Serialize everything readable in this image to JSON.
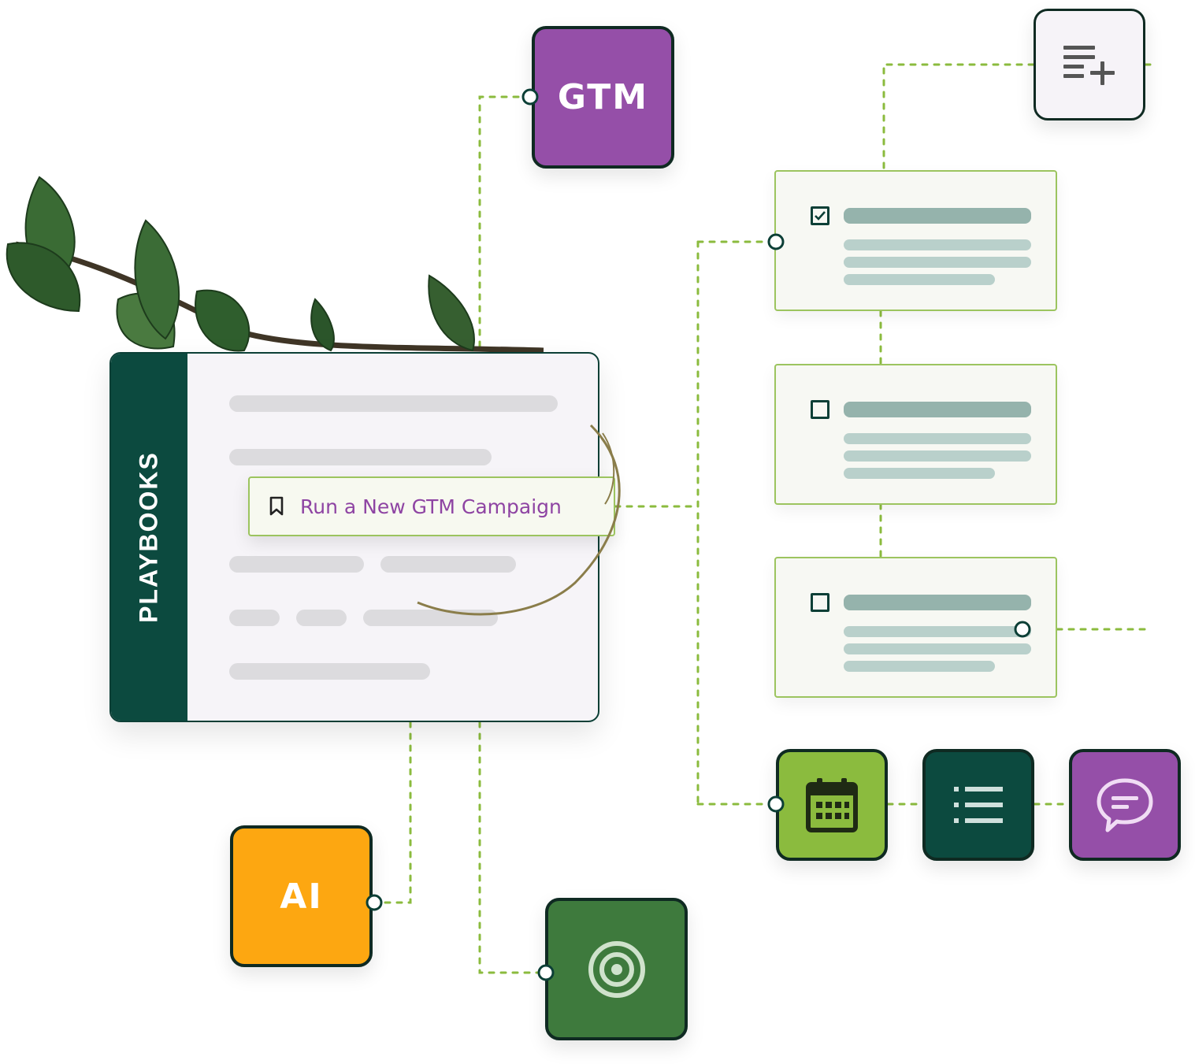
{
  "tiles": {
    "gtm": {
      "label": "GTM",
      "color": "#954fa8"
    },
    "ai": {
      "label": "AI",
      "color": "#fda711"
    },
    "target": {
      "icon": "target-icon",
      "color": "#3e7a3d"
    },
    "add_list": {
      "icon": "playlist-add-icon",
      "color": "#f6f3f8"
    },
    "calendar": {
      "icon": "calendar-icon",
      "color": "#8bbb3e"
    },
    "list": {
      "icon": "list-icon",
      "color": "#0c4a3f"
    },
    "chat": {
      "icon": "chat-bubble-icon",
      "color": "#954fa8"
    }
  },
  "playbook": {
    "spine_label": "PLAYBOOKS",
    "spine_color": "#0c4a3f",
    "campaign": {
      "label": "Run a New GTM Campaign",
      "icon": "bookmark-icon"
    }
  },
  "tasks": [
    {
      "checked": true
    },
    {
      "checked": false
    },
    {
      "checked": false
    }
  ],
  "connector_color": "#8bbb3e"
}
